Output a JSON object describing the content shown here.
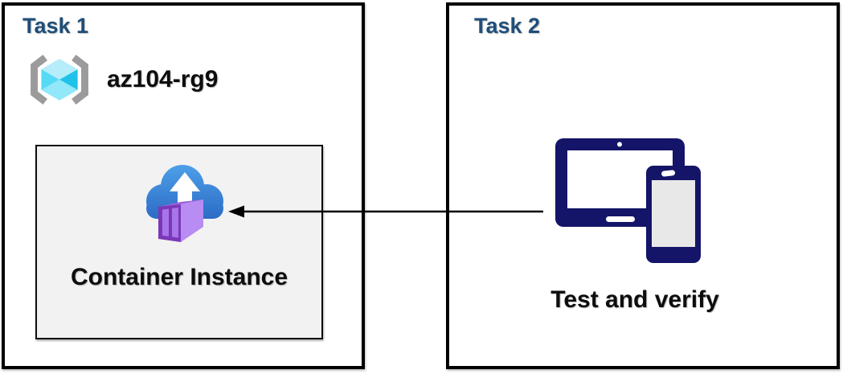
{
  "task1": {
    "title": "Task 1",
    "resource_group": {
      "icon": "resource-group-icon",
      "name": "az104-rg9"
    },
    "container_instance": {
      "icon": "container-instance-icon",
      "label": "Container Instance"
    }
  },
  "task2": {
    "title": "Task 2",
    "icon": "devices-icon",
    "label": "Test and verify"
  },
  "connector": {
    "type": "arrow",
    "from": "task2-devices",
    "to": "task1-container-instance",
    "direction": "right-to-left"
  },
  "colors": {
    "task_title": "#1F4E79",
    "box_border": "#000000",
    "container_box_bg": "#F2F2F2",
    "label_text": "#0d0d0d",
    "device_navy": "#141468",
    "cloud_blue_top": "#4D9FE8",
    "cloud_blue_bottom": "#2C6CC6",
    "container_purple_frame": "#7A38B8",
    "container_purple_panel": "#A875E8",
    "container_purple_side": "#B88CF2",
    "container_purple_top": "#9E61DA",
    "rg_bracket_gray": "#9B9B9B",
    "rg_cube_top": "#B5EDFA",
    "rg_cube_left": "#55DAF5",
    "rg_cube_right": "#1FC2E9",
    "rg_cube_bottom": "#90E8F8"
  }
}
